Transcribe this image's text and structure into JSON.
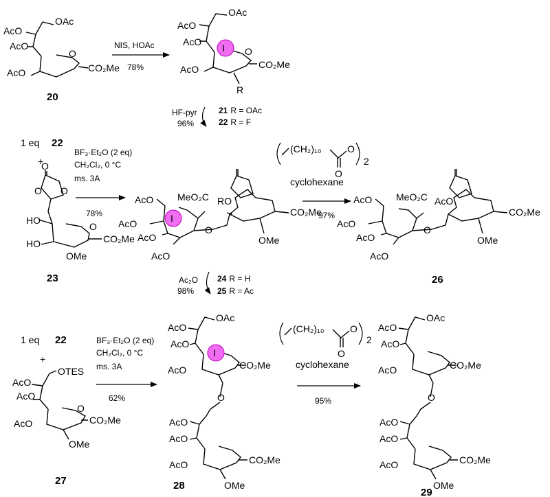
{
  "colors": {
    "iodine_fill": "#f06cf0",
    "iodine_stroke": "#c000c0",
    "ink": "#000000"
  },
  "compounds": {
    "c20": {
      "number": "20",
      "labels": {
        "oac": "OAc",
        "aco1": "AcO",
        "aco2": "AcO",
        "aco3": "AcO",
        "ester": "CO₂Me",
        "o": "O"
      }
    },
    "c21_22": {
      "labels": {
        "oac": "OAc",
        "aco1": "AcO",
        "aco2": "AcO",
        "aco3": "AcO",
        "ester": "CO₂Me",
        "o": "O",
        "r": "R",
        "iodine": "I"
      },
      "r_defs": [
        {
          "number": "21",
          "text": "R = OAc"
        },
        {
          "number": "22",
          "text": "R = F"
        }
      ]
    },
    "c23": {
      "number": "23",
      "labels": {
        "ho1": "HO",
        "ho2": "HO",
        "ester": "CO₂Me",
        "ome": "OMe",
        "carbonyl": "O",
        "o1": "O",
        "o2": "O",
        "o3": "O"
      },
      "reagent": {
        "eq": "1 eq",
        "ref": "22",
        "plus": "+"
      }
    },
    "c24_25": {
      "labels": {
        "aco0": "AcO",
        "aco1": "AcO",
        "aco2": "AcO",
        "aco3": "AcO",
        "ester1": "MeO₂C",
        "ester2": "CO₂Me",
        "ome": "OMe",
        "ro": "RO",
        "iodine": "I",
        "o": "O"
      },
      "r_defs": [
        {
          "number": "24",
          "text": "R = H"
        },
        {
          "number": "25",
          "text": "R = Ac"
        }
      ]
    },
    "c26": {
      "number": "26",
      "labels": {
        "aco0": "AcO",
        "aco1": "AcO",
        "aco2": "AcO",
        "aco3": "AcO",
        "aco4": "AcO",
        "ester1": "MeO₂C",
        "ester2": "CO₂Me",
        "ome": "OMe",
        "o": "O"
      }
    },
    "c27": {
      "number": "27",
      "labels": {
        "otes": "OTES",
        "aco1": "AcO",
        "aco2": "AcO",
        "aco3": "AcO",
        "ester": "CO₂Me",
        "ome": "OMe",
        "o": "O"
      },
      "reagent": {
        "eq": "1 eq",
        "ref": "22",
        "plus": "+"
      }
    },
    "c28": {
      "number": "28",
      "labels": {
        "oac": "OAc",
        "aco1": "AcO",
        "aco2": "AcO",
        "aco3": "AcO",
        "aco4": "AcO",
        "aco5": "AcO",
        "aco6": "AcO",
        "ester1": "CO₂Me",
        "ester2": "CO₂Me",
        "ome": "OMe",
        "iodine": "I",
        "o": "O"
      }
    },
    "c29": {
      "number": "29",
      "labels": {
        "oac": "OAc",
        "aco1": "AcO",
        "aco2": "AcO",
        "aco3": "AcO",
        "aco4": "AcO",
        "aco5": "AcO",
        "aco6": "AcO",
        "ester1": "CO₂Me",
        "ester2": "CO₂Me",
        "ome": "OMe",
        "o": "O"
      }
    }
  },
  "conditions": {
    "r1": {
      "reagent": "NIS, HOAc",
      "yield": "78%"
    },
    "r2": {
      "reagent": "HF-pyr",
      "yield": "96%"
    },
    "r3": {
      "line1": "BF₃·Et₂O (2 eq)",
      "line2": "CH₂Cl₂, 0 °C",
      "line3": "ms. 3A",
      "yield": "78%"
    },
    "r4": {
      "radical": "(CH₂)₁₀",
      "o_chain": "O",
      "o_carbonyl": "O",
      "sub2": "2",
      "solvent": "cyclohexane",
      "yield": "97%"
    },
    "r5": {
      "reagent": "Ac₂O",
      "yield": "98%"
    },
    "r6": {
      "line1": "BF₃·Et₂O (2 eq)",
      "line2": "CH₂Cl₂, 0 °C",
      "line3": "ms. 3A",
      "yield": "62%"
    },
    "r7": {
      "radical": "(CH₂)₁₀",
      "o_chain": "O",
      "o_carbonyl": "O",
      "sub2": "2",
      "solvent": "cyclohexane",
      "yield": "95%"
    }
  }
}
